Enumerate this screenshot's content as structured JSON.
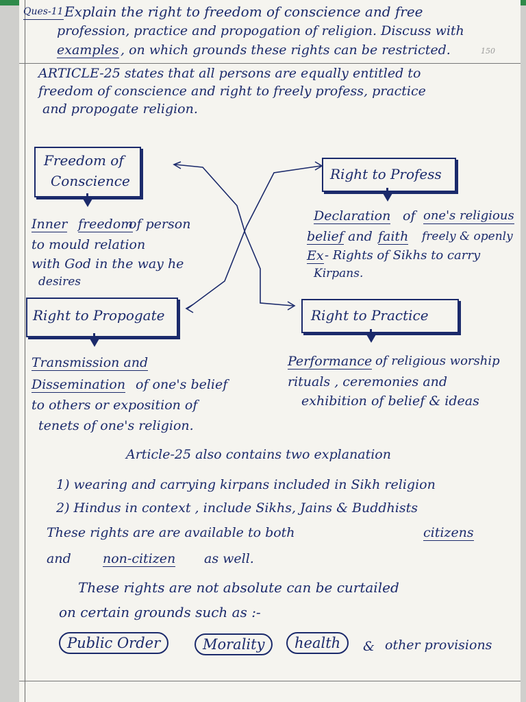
{
  "question": {
    "label": "Ques-11",
    "line1": "Explain the right to freedom of conscience and free",
    "line2": "profession, practice and propogation of religion. Discuss with",
    "line3a": "examples",
    "line3b": ", on which grounds these rights can be restricted.",
    "marks": "150"
  },
  "intro": {
    "line1": "ARTICLE-25 states that all persons are equally entitled to",
    "line2": "freedom of conscience and right to freely profess, practice",
    "line3": "and propogate religion."
  },
  "boxes": {
    "conscience_l1": "Freedom of",
    "conscience_l2": "Conscience",
    "profess": "Right to Profess",
    "propogate": "Right to Propogate",
    "practice": "Right to Practice"
  },
  "conscience_desc": {
    "l1a": "Inner",
    "l1b": "freedom",
    "l1c": "of person",
    "l2": "to mould relation",
    "l3": "with God in the way he",
    "l4": "desires"
  },
  "profess_desc": {
    "l1a": "Declaration",
    "l1b": "of",
    "l1c": "one's religious",
    "l2a": "belief",
    "l2b": "and",
    "l2c": "faith",
    "l2d": "freely & openly",
    "l3a": "Ex",
    "l3b": "- Rights of Sikhs to carry",
    "l4": "Kirpans."
  },
  "propogate_desc": {
    "l1": "Transmission and",
    "l2a": "Dissemination",
    "l2b": "of one's belief",
    "l3": "to others or exposition of",
    "l4": "tenets of one's religion."
  },
  "practice_desc": {
    "l1a": "Performance",
    "l1b": "of religious worship",
    "l2": "rituals , ceremonies and",
    "l3": "exhibition of belief & ideas"
  },
  "explanation": {
    "head": "Article-25 also contains two explanation",
    "e1": "1)  wearing and carrying kirpans included in Sikh religion",
    "e2": "2)  Hindus in context , include Sikhs, Jains & Buddhists"
  },
  "citizens": {
    "l1a": "These rights are are available to both",
    "l1b": "citizens",
    "l2a": "and",
    "l2b": "non-citizen",
    "l2c": "as well."
  },
  "restrict": {
    "l1": "These rights are not absolute can be curtailed",
    "l2": "on certain grounds such as :-"
  },
  "grounds": {
    "g1": "Public Order",
    "g2": "Morality",
    "g3": "health",
    "amp": "&",
    "g4": "other provisions"
  },
  "colors": {
    "ink": "#1b2a6b",
    "paper": "#f5f4ef",
    "rule": "#777777"
  }
}
